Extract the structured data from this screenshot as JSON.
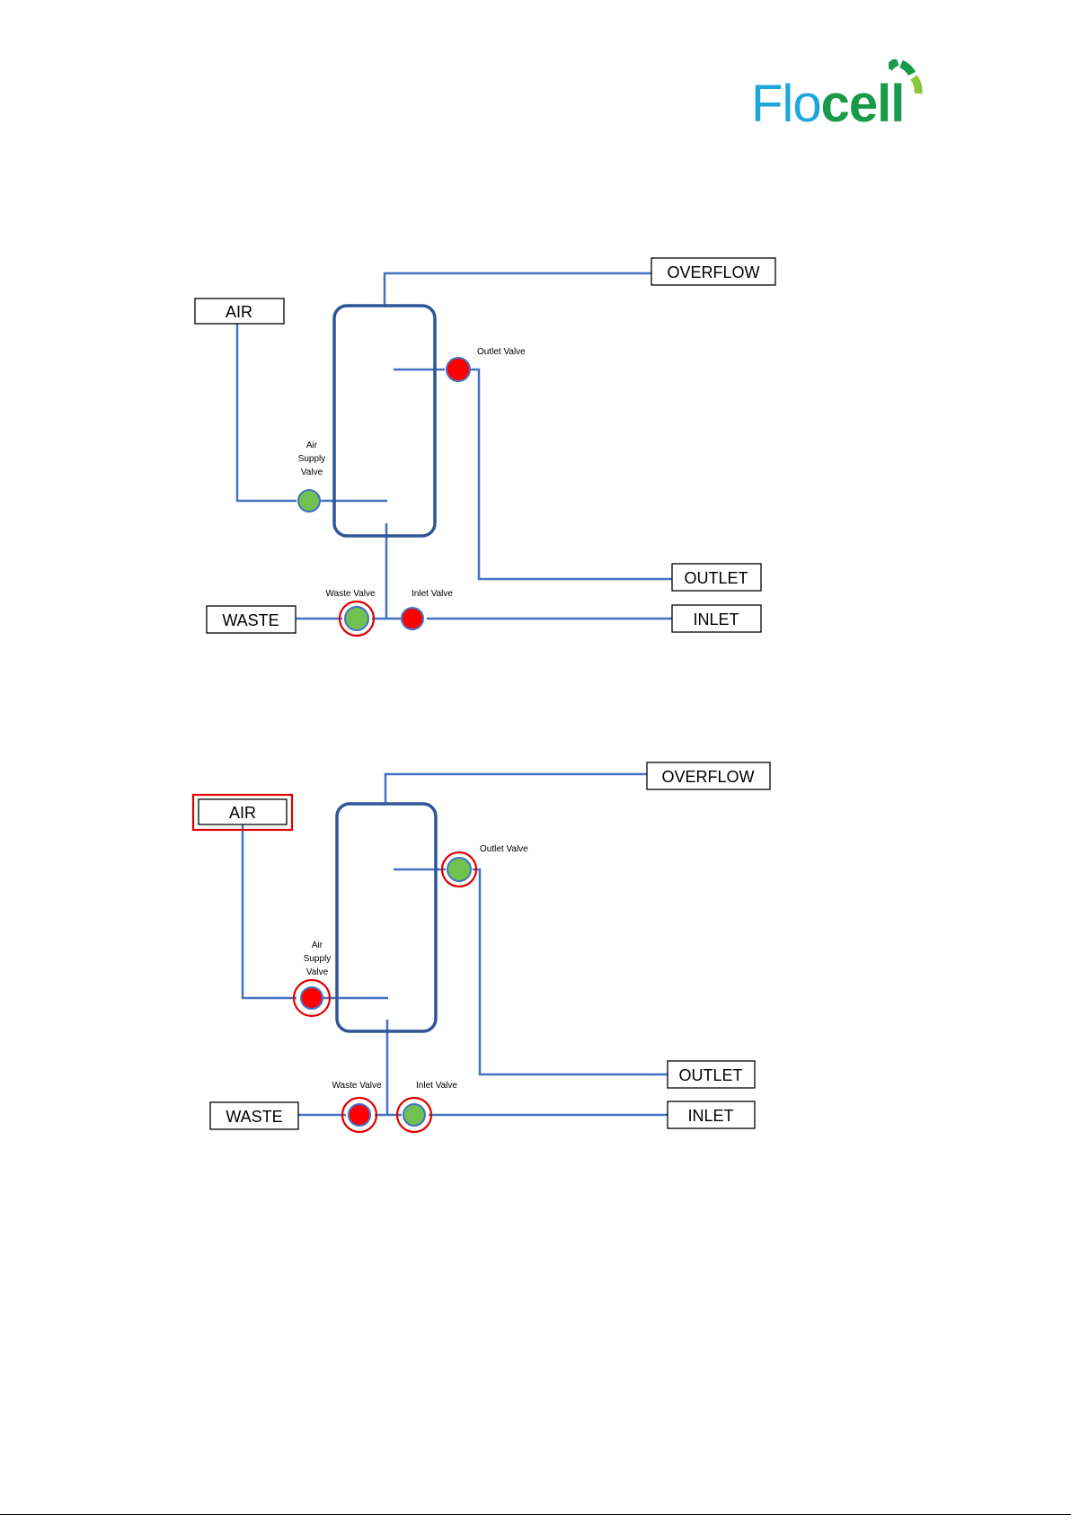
{
  "logo": {
    "text_flo": "Flo",
    "text_cell": "cell"
  },
  "colors": {
    "pipe": "#4472c4",
    "tank": "#2f5597",
    "valve_open": "#70c14f",
    "valve_closed": "#ff0000",
    "highlight": "#e00000",
    "logo_blue": "#1ea7dc",
    "logo_green": "#179a4a",
    "logo_light_green": "#8cc63f"
  },
  "diagrams": [
    {
      "labels": {
        "overflow": "OVERFLOW",
        "air": "AIR",
        "outlet": "OUTLET",
        "waste": "WASTE",
        "inlet": "INLET"
      },
      "valves": {
        "outlet": {
          "label": "Outlet Valve",
          "state": "closed",
          "highlighted": false
        },
        "air_supply": {
          "label_lines": [
            "Air",
            "Supply",
            "Valve"
          ],
          "state": "open",
          "highlighted": false
        },
        "waste": {
          "label": "Waste Valve",
          "state": "open",
          "highlighted": true
        },
        "inlet": {
          "label": "Inlet Valve",
          "state": "closed",
          "highlighted": false
        }
      },
      "air_box_highlighted": false
    },
    {
      "labels": {
        "overflow": "OVERFLOW",
        "air": "AIR",
        "outlet": "OUTLET",
        "waste": "WASTE",
        "inlet": "INLET"
      },
      "valves": {
        "outlet": {
          "label": "Outlet Valve",
          "state": "open",
          "highlighted": true
        },
        "air_supply": {
          "label_lines": [
            "Air",
            "Supply",
            "Valve"
          ],
          "state": "closed",
          "highlighted": true
        },
        "waste": {
          "label": "Waste Valve",
          "state": "closed",
          "highlighted": true
        },
        "inlet": {
          "label": "Inlet Valve",
          "state": "open",
          "highlighted": true
        }
      },
      "air_box_highlighted": true
    }
  ]
}
